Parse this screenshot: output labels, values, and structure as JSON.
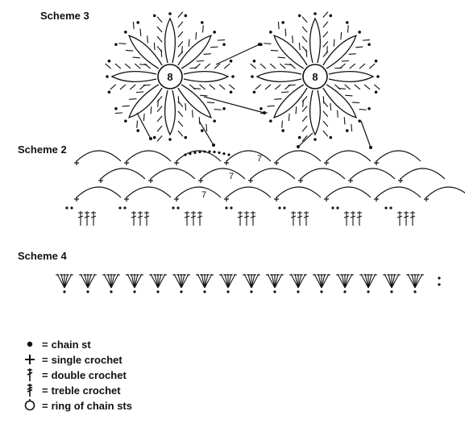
{
  "schemes": [
    {
      "id": "scheme3",
      "title": "Scheme 3"
    },
    {
      "id": "scheme2",
      "title": "Scheme 2"
    },
    {
      "id": "scheme4",
      "title": "Scheme 4"
    }
  ],
  "flower_center_labels": [
    "8",
    "8"
  ],
  "scallop_labels": [
    "7",
    "7",
    "7"
  ],
  "legend": [
    {
      "symbol": "chain-st-icon",
      "eq": "=",
      "text": "chain st"
    },
    {
      "symbol": "single-crochet-icon",
      "eq": "=",
      "text": "single crochet"
    },
    {
      "symbol": "double-crochet-icon",
      "eq": "=",
      "text": "double crochet"
    },
    {
      "symbol": "treble-crochet-icon",
      "eq": "=",
      "text": "treble crochet"
    },
    {
      "symbol": "ring-icon",
      "eq": "=",
      "text": "ring of chain sts"
    }
  ],
  "ink_color": "#111111"
}
